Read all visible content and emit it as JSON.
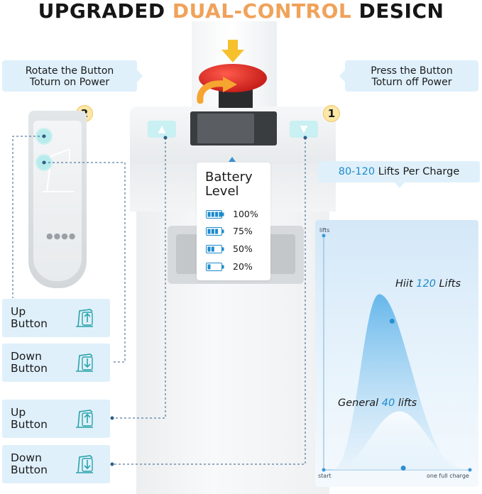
{
  "title": {
    "part1": "UPGRADED ",
    "part2": "DUAL-CONTROL",
    "part3": " DESICN"
  },
  "bubbles": {
    "rotate": {
      "line1": "Rotate the Button",
      "line2": "Toturn on Power"
    },
    "press": {
      "line1": "Press the Button",
      "line2": "Toturn off Power"
    }
  },
  "badges": {
    "one": "1",
    "two": "2"
  },
  "battery": {
    "title_line1": "Battery",
    "title_line2": "Level",
    "levels": [
      {
        "label": "100%",
        "bars": 4
      },
      {
        "label": "75%",
        "bars": 3
      },
      {
        "label": "50%",
        "bars": 2
      },
      {
        "label": "20%",
        "bars": 1
      }
    ]
  },
  "remote": {
    "dots": "●●●●"
  },
  "button_labels": [
    {
      "line1": "Up",
      "line2": "Button",
      "direction": "up"
    },
    {
      "line1": "Down",
      "line2": "Button",
      "direction": "down"
    },
    {
      "line1": "Up",
      "line2": "Button",
      "direction": "up"
    },
    {
      "line1": "Down",
      "line2": "Button",
      "direction": "down"
    }
  ],
  "lifts_per_charge": {
    "number": "80-120",
    "text": " Lifts Per Charge"
  },
  "chart_data": {
    "type": "area",
    "ylabel": "lifts",
    "xlabel_start": "start",
    "xlabel_end": "one full charge",
    "series": [
      {
        "name": "Hiit 120 Lifts",
        "peak": 120,
        "peak_x": 0.38
      },
      {
        "name": "General 40 lifts",
        "peak": 40,
        "peak_x": 0.52
      }
    ],
    "annotations": [
      {
        "prefix": "Hiit ",
        "number": "120",
        "suffix": " Lifts"
      },
      {
        "prefix": "General ",
        "number": "40",
        "suffix": " lifts"
      }
    ],
    "ylim": [
      0,
      160
    ]
  },
  "colors": {
    "accent_orange": "#f0a25a",
    "bubble_bg": "#dff0fb",
    "teal_button": "#c9f0f2",
    "chart_blue": "#1c8bcc",
    "estop_red": "#d8261f",
    "arrow_yellow": "#f6c12c"
  }
}
